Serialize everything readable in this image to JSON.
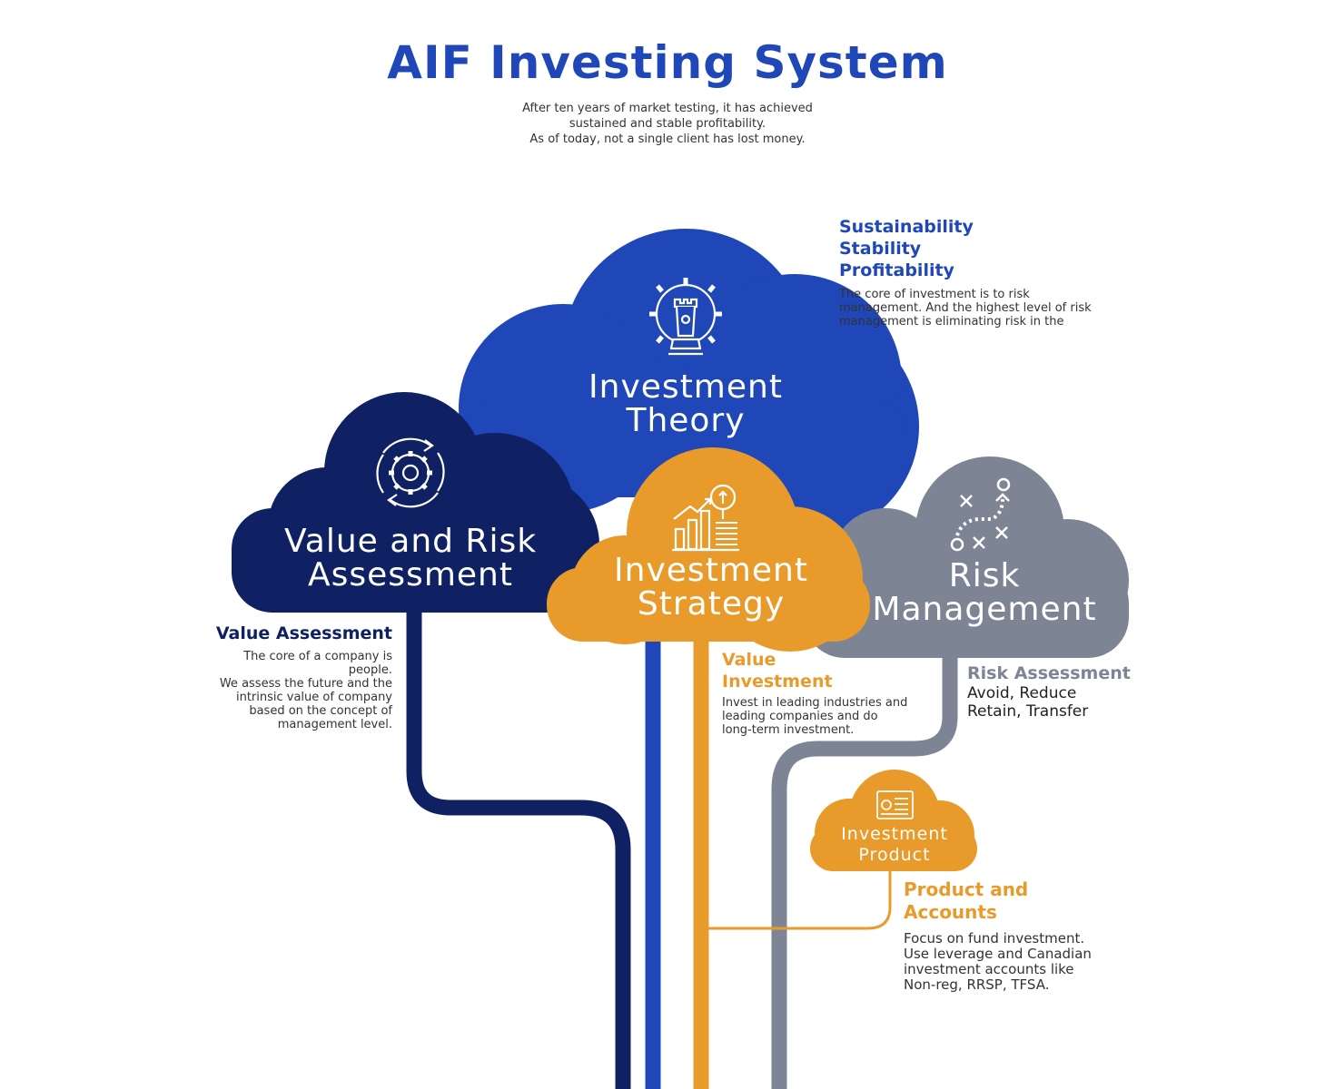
{
  "header": {
    "title": "AIF Investing System",
    "subtitle_lines": [
      "After ten years of market testing, it has achieved",
      "sustained and stable profitability.",
      "As of today, not a single client has lost money."
    ]
  },
  "colors": {
    "navy": "#0f2163",
    "blue": "#1f47b8",
    "orange": "#e89b2a",
    "gray": "#7d8594"
  },
  "clouds": {
    "investment_theory": {
      "line1": "Investment",
      "line2": "Theory",
      "icon": "chess-rook-gear-icon"
    },
    "value_risk": {
      "line1": "Value and Risk",
      "line2": "Assessment",
      "icon": "gear-cycle-icon"
    },
    "investment_strategy": {
      "line1": "Investment",
      "line2": "Strategy",
      "icon": "growth-chart-icon"
    },
    "risk_management": {
      "line1": "Risk",
      "line2": "Management",
      "icon": "strategy-play-icon"
    },
    "investment_product": {
      "line1": "Investment",
      "line2": "Product",
      "icon": "dollar-document-icon"
    }
  },
  "notes": {
    "theory": {
      "keywords": [
        "Sustainability",
        "Stability",
        "Profitability"
      ],
      "lines": [
        "The core of investment is to risk",
        "management. And the highest level of risk",
        "management is eliminating risk in the"
      ]
    },
    "value_assessment": {
      "heading": "Value Assessment",
      "lines": [
        "The core of a company is",
        "people.",
        "We assess the future and the",
        "intrinsic value of company",
        "based on the concept of",
        "management level."
      ]
    },
    "value_investment": {
      "heading_lines": [
        "Value",
        "Investment"
      ],
      "lines": [
        "Invest in leading industries and",
        "leading companies and do",
        "long-term investment."
      ]
    },
    "risk_assessment": {
      "heading": "Risk Assessment",
      "lines": [
        "Avoid, Reduce",
        "Retain, Transfer"
      ]
    },
    "product_accounts": {
      "heading_lines": [
        "Product and",
        "Accounts"
      ],
      "lines": [
        "Focus on fund investment.",
        "Use leverage and Canadian",
        "investment accounts like",
        "Non-reg, RRSP, TFSA."
      ]
    }
  }
}
